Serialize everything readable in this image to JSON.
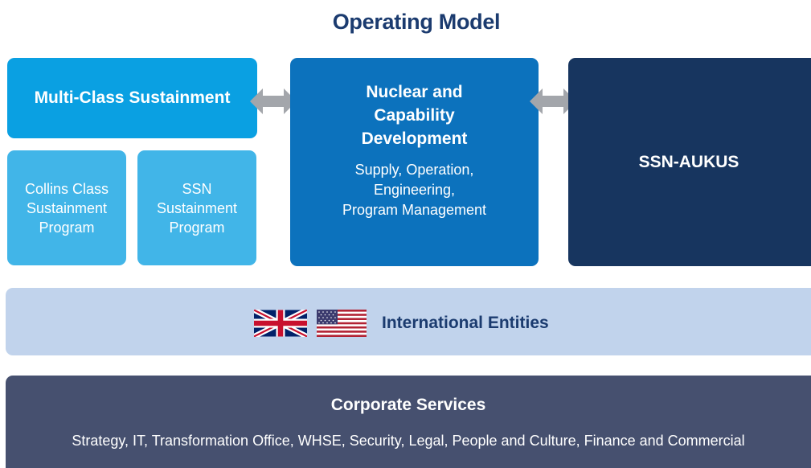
{
  "title": "Operating Model",
  "multi_class": {
    "label": "Multi-Class Sustainment",
    "programs": [
      {
        "line1": "Collins Class",
        "line2": "Sustainment",
        "line3": "Program"
      },
      {
        "line1": "SSN",
        "line2": "Sustainment",
        "line3": "Program"
      }
    ]
  },
  "nuclear": {
    "title_line1": "Nuclear and",
    "title_line2": "Capability",
    "title_line3": "Development",
    "sub_line1": "Supply, Operation,",
    "sub_line2": "Engineering,",
    "sub_line3": "Program Management"
  },
  "aukus": {
    "label": "SSN-AUKUS"
  },
  "international": {
    "label": "International Entities",
    "flags": [
      "uk-flag-icon",
      "us-flag-icon"
    ]
  },
  "corporate": {
    "title": "Corporate Services",
    "services": "Strategy, IT, Transformation Office, WHSE, Security, Legal, People and Culture, Finance and Commercial"
  },
  "colors": {
    "multi_class": "#0aa0e2",
    "programs": "#41b5e8",
    "nuclear": "#0c72bd",
    "aukus": "#17355f",
    "international": "#c1d3ec",
    "corporate": "#46506f",
    "title": "#1b3b6f",
    "arrows": "#a3a6ab"
  }
}
